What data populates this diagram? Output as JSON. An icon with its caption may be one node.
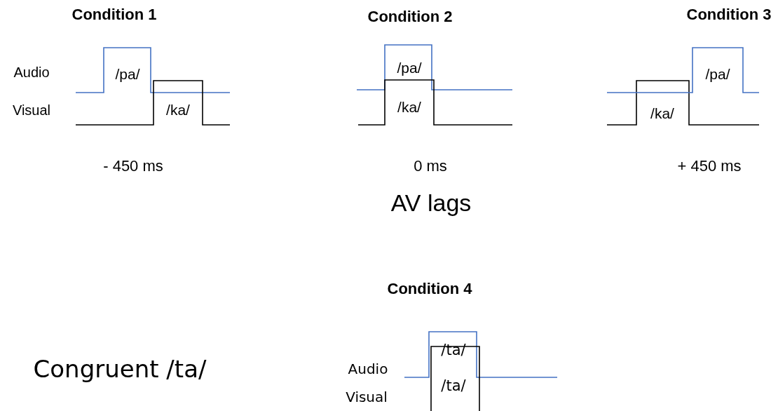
{
  "diagram": {
    "labels": [
      "Condition 1",
      "Audio",
      "Visual",
      "/pa/",
      "/ka/",
      "- 450 ms",
      "Condition 2",
      "/pa/",
      "/ka/",
      "0 ms",
      "Condition 3",
      "/pa/",
      "/ka/",
      "+ 450 ms",
      "AV lags",
      "Condition 4",
      "Congruent /ta/",
      "Audio",
      "Visual",
      "/ta/",
      "/ta/"
    ]
  }
}
